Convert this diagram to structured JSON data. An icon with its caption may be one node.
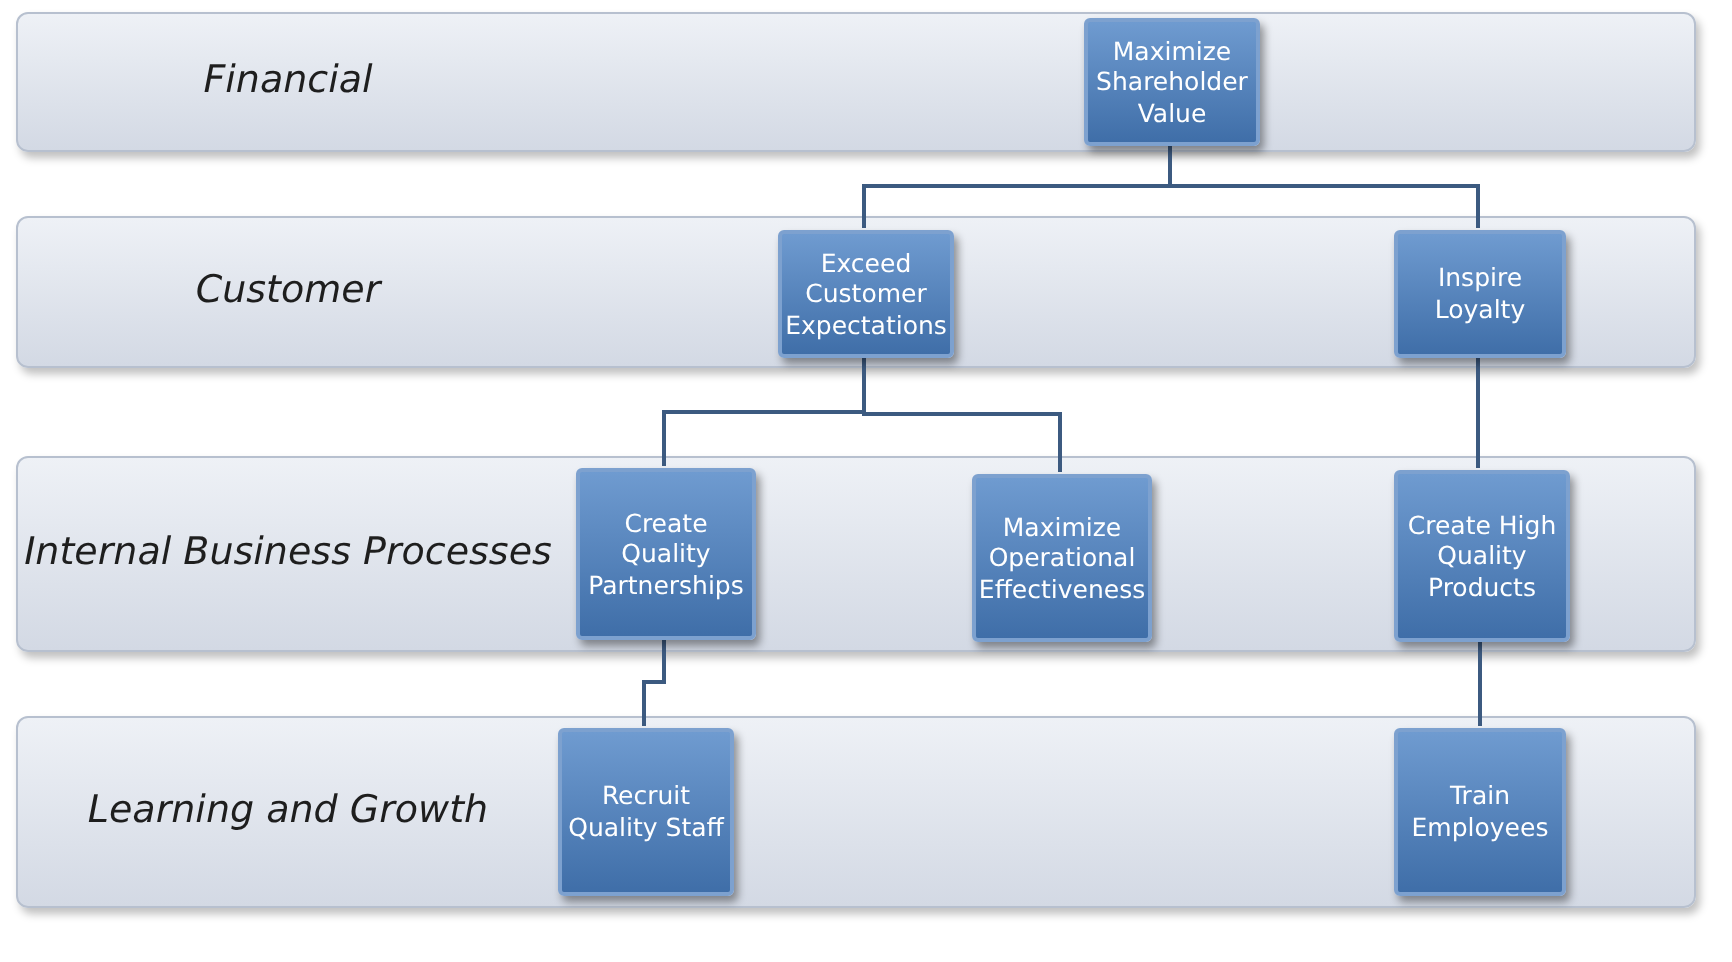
{
  "diagram": {
    "nodes": [
      {
        "text": [
          "Financial"
        ]
      },
      {
        "text": [
          "Maximize Shareholder Value"
        ],
        "in": 0
      },
      {
        "text": [
          "Customer"
        ]
      },
      {
        "text": [
          "Exceed Customer Expectations"
        ],
        "in": 2
      },
      {
        "text": [
          "Inspire Loyalty"
        ],
        "in": 2
      },
      {
        "text": [
          "Internal Business Processes"
        ]
      },
      {
        "text": [
          "Create Quality Partnerships"
        ],
        "in": 5
      },
      {
        "text": [
          "Maximize Operational Effectiveness"
        ],
        "in": 5
      },
      {
        "text": [
          "Create High Quality Products"
        ],
        "in": 5
      },
      {
        "text": [
          "Learning and Growth"
        ]
      },
      {
        "text": [
          "Recruit Quality Staff"
        ],
        "in": 9
      },
      {
        "text": [
          "Train Employees"
        ],
        "in": 9
      }
    ],
    "edges": [
      {
        "from": 1,
        "to": 3,
        "arrow": "none"
      },
      {
        "from": 1,
        "to": 4,
        "arrow": "none"
      },
      {
        "from": 3,
        "to": 6,
        "arrow": "none"
      },
      {
        "from": 3,
        "to": 7,
        "arrow": "none"
      },
      {
        "from": 4,
        "to": 8,
        "arrow": "none"
      },
      {
        "from": 6,
        "to": 10,
        "arrow": "none"
      },
      {
        "from": 8,
        "to": 11,
        "arrow": "none"
      }
    ]
  }
}
